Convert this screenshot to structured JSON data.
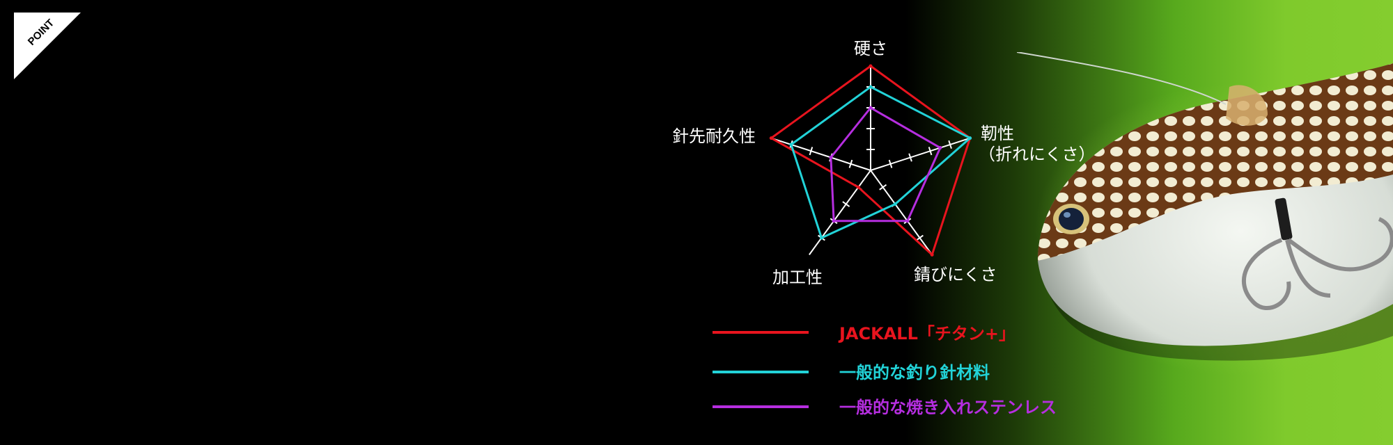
{
  "badge": {
    "label": "POINT"
  },
  "chart_data": {
    "type": "radar",
    "axes": [
      "硬さ",
      "靭性",
      "（折れにくさ）",
      "錆びにくさ",
      "加工性",
      "針先耐久性"
    ],
    "axis_keys": [
      "硬さ",
      "靭性（折れにくさ）",
      "錆びにくさ",
      "加工性",
      "針先耐久性"
    ],
    "rmax": 5,
    "ticks": [
      1,
      2,
      3,
      4,
      5
    ],
    "series": [
      {
        "name": "JACKALL「チタン+」",
        "color": "#e8141e",
        "values": [
          5,
          5,
          5,
          1,
          5
        ]
      },
      {
        "name": "一般的な釣り針材料",
        "color": "#22d3d8",
        "values": [
          4,
          5,
          2,
          4,
          4
        ]
      },
      {
        "name": "一般的な焼き入れステンレス",
        "color": "#b62ee0",
        "values": [
          3,
          3.5,
          3,
          3,
          2
        ]
      }
    ],
    "grid": false,
    "legend_position": "bottom"
  },
  "colors": {
    "background": "#000000",
    "axis": "#ffffff",
    "field_green": "#7fca2c"
  }
}
